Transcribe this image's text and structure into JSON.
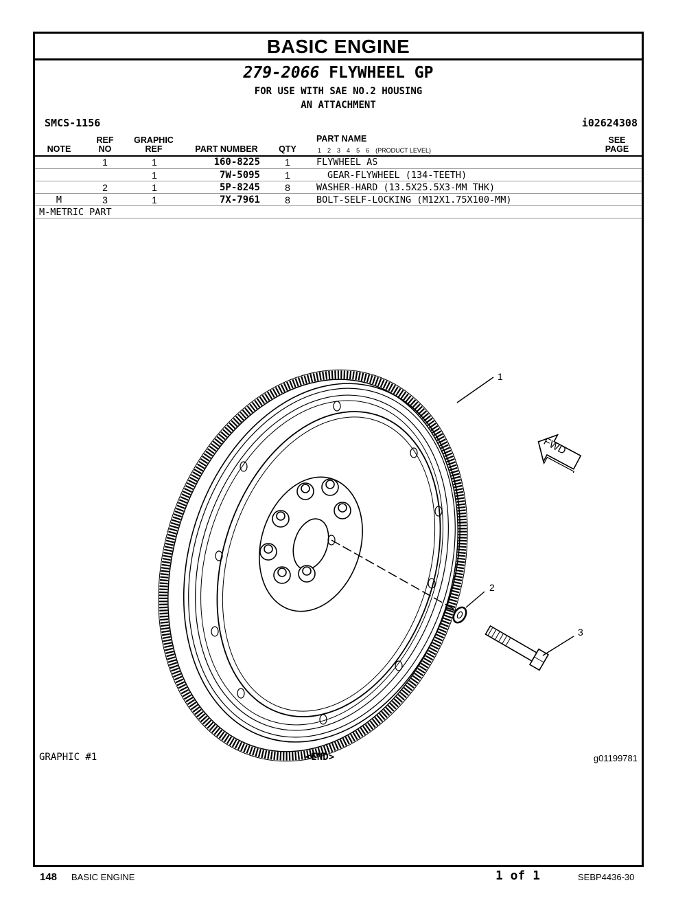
{
  "header": {
    "section_title": "BASIC ENGINE",
    "group_number": "279-2066",
    "group_name": "FLYWHEEL GP",
    "line1": "FOR USE WITH SAE NO.2 HOUSING",
    "line2": "AN ATTACHMENT",
    "smcs": "SMCS-1156",
    "illustration_id": "i02624308"
  },
  "columns": {
    "note": "NOTE",
    "ref_no_1": "REF",
    "ref_no_2": "NO",
    "graphic_ref_1": "GRAPHIC",
    "graphic_ref_2": "REF",
    "part_number": "PART NUMBER",
    "qty": "QTY",
    "part_name": "PART NAME",
    "levels": [
      "1",
      "2",
      "3",
      "4",
      "5",
      "6"
    ],
    "product_level": "(PRODUCT LEVEL)",
    "see_page_1": "SEE",
    "see_page_2": "PAGE"
  },
  "parts": [
    {
      "note": "",
      "ref_no": "1",
      "graphic_ref": "1",
      "part_number": "160-8225",
      "qty": "1",
      "name": "FLYWHEEL AS"
    },
    {
      "note": "",
      "ref_no": "",
      "graphic_ref": "1",
      "part_number": "7W-5095",
      "qty": "1",
      "name": "GEAR-FLYWHEEL (134-TEETH)"
    },
    {
      "note": "",
      "ref_no": "2",
      "graphic_ref": "1",
      "part_number": "5P-8245",
      "qty": "8",
      "name": "WASHER-HARD (13.5X25.5X3-MM THK)"
    },
    {
      "note": "M",
      "ref_no": "3",
      "graphic_ref": "1",
      "part_number": "7X-7961",
      "qty": "8",
      "name": "BOLT-SELF-LOCKING (M12X1.75X100-MM)"
    }
  ],
  "notes": {
    "metric": "M-METRIC PART"
  },
  "illustration": {
    "callouts": [
      "1",
      "2",
      "3"
    ],
    "fwd_label": "FWD",
    "graphic_label": "GRAPHIC #1",
    "end_marker": "<END>",
    "graphic_id": "g01199781"
  },
  "footer": {
    "page_number": "148",
    "section": "BASIC ENGINE",
    "page_of": "1 of 1",
    "publication": "SEBP4436-30"
  }
}
